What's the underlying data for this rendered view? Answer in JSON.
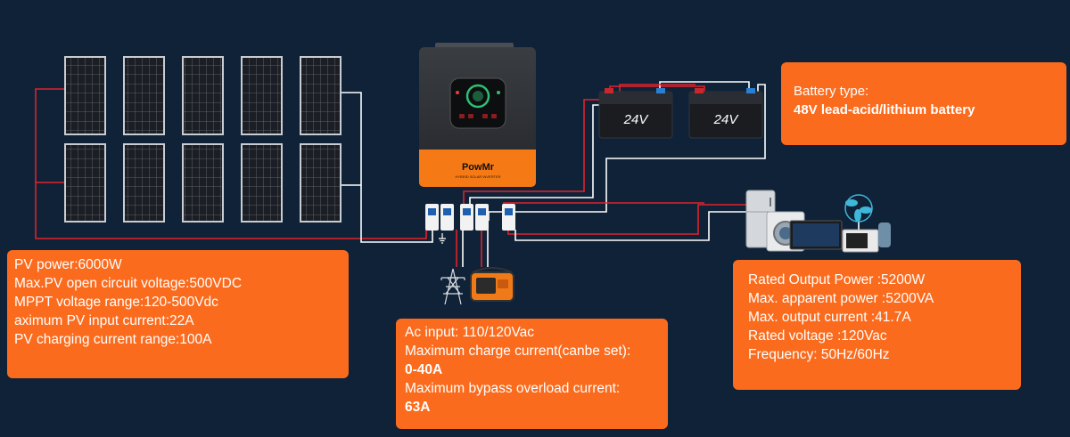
{
  "inverter": {
    "brand": "PowMr",
    "subtitle": "HYBRID SOLAR INVERTER"
  },
  "batteries": [
    {
      "label": "24V"
    },
    {
      "label": "24V"
    }
  ],
  "pv_panels": {
    "rows": 2,
    "cols": 5
  },
  "pv_card": {
    "lines": [
      " PV power:6000W",
      "Max.PV open circuit voltage:500VDC",
      "MPPT voltage range:120-500Vdc",
      "aximum PV input current:22A",
      "PV charging current range:100A"
    ]
  },
  "battery_card": {
    "type_label": "Battery type:",
    "type_value": "48V lead-acid/lithium battery"
  },
  "ac_card": {
    "line1": " Ac input: 110/120Vac",
    "line2": "Maximum charge current(canbe set):",
    "line3": " 0-40A",
    "line4": "Maximum bypass overload current:",
    "line5": "63A"
  },
  "output_card": {
    "lines": [
      " Rated Output Power :5200W",
      "Max. apparent power :5200VA",
      "Max. output current :41.7A",
      "Rated voltage :120Vac",
      "Frequency: 50Hz/60Hz"
    ]
  },
  "colors": {
    "background": "#0f2238",
    "card": "#fb6b1d",
    "wire_positive": "#e0222a",
    "wire_negative": "#ffffff"
  }
}
